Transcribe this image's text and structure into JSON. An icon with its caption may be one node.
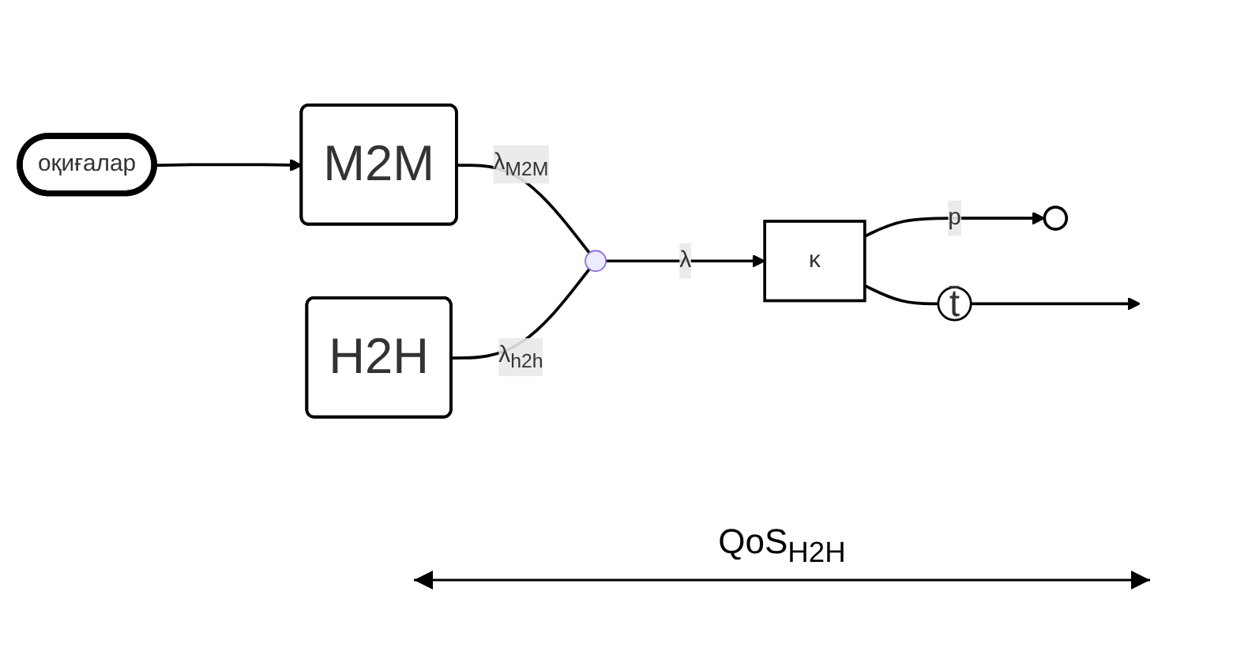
{
  "diagram": {
    "nodes": [
      {
        "text": [
          "оқиғалар"
        ]
      },
      {
        "text": [
          "M2M"
        ]
      },
      {
        "text": [
          "H2H"
        ]
      },
      {
        "text": [],
        "shape": "point"
      },
      {
        "text": [
          "κ"
        ]
      },
      {
        "text": [
          "t̄"
        ]
      },
      {
        "text": [],
        "shape": "circle"
      }
    ],
    "edges": [
      {
        "from": 0,
        "to": 1,
        "arrow": "to"
      },
      {
        "from": 1,
        "to": 3,
        "arrow": "none",
        "label": "λ$_{M2M}$"
      },
      {
        "from": 2,
        "to": 3,
        "arrow": "none",
        "label": "λ$_{h2h}$"
      },
      {
        "from": 3,
        "to": 4,
        "arrow": "to",
        "label": "λ"
      },
      {
        "from": 4,
        "to": 6,
        "arrow": "to",
        "label": "p"
      },
      {
        "from": 4,
        "to": 5,
        "arrow": "none"
      },
      {
        "from": 5,
        "to": null,
        "arrow": "to"
      }
    ],
    "labels": [
      "QoS$_{H2H}$"
    ]
  }
}
